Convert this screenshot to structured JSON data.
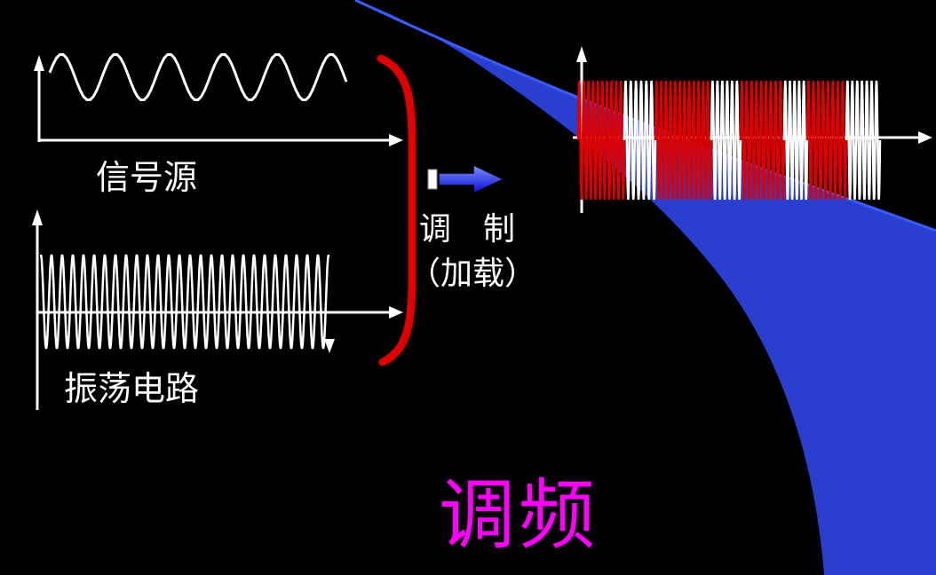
{
  "slide_title": {
    "text": "调频",
    "color": "#ff00ff"
  },
  "labels": {
    "signal_source": "信号源",
    "oscillator": "振荡电路",
    "modulation": "调　制",
    "loading": "（加载）"
  },
  "colors": {
    "background": "#000000",
    "axis": "#ffffff",
    "brace": "#e00000",
    "arrow_top": "#7a93ff",
    "arrow_bottom": "#0a0ad0",
    "arrow_tail": "#ffffff",
    "swoosh_fill": "#2a3fd0",
    "swoosh_line": "#3a5cff"
  },
  "waveforms": {
    "signal": {
      "color": "#ffffff",
      "cycles": 5.5
    },
    "carrier": {
      "color": "#ffffff",
      "cycles": 27
    },
    "fm_segments": [
      {
        "color": "#dd0000",
        "cycles": 10,
        "width": 52
      },
      {
        "color": "#ffffff",
        "cycles": 6,
        "width": 35
      },
      {
        "color": "#dd0000",
        "cycles": 12,
        "width": 63
      },
      {
        "color": "#ffffff",
        "cycles": 6,
        "width": 33
      },
      {
        "color": "#dd0000",
        "cycles": 9,
        "width": 49
      },
      {
        "color": "#ffffff",
        "cycles": 5,
        "width": 26
      },
      {
        "color": "#dd0000",
        "cycles": 8,
        "width": 44
      },
      {
        "color": "#ffffff",
        "cycles": 7,
        "width": 38
      }
    ]
  }
}
